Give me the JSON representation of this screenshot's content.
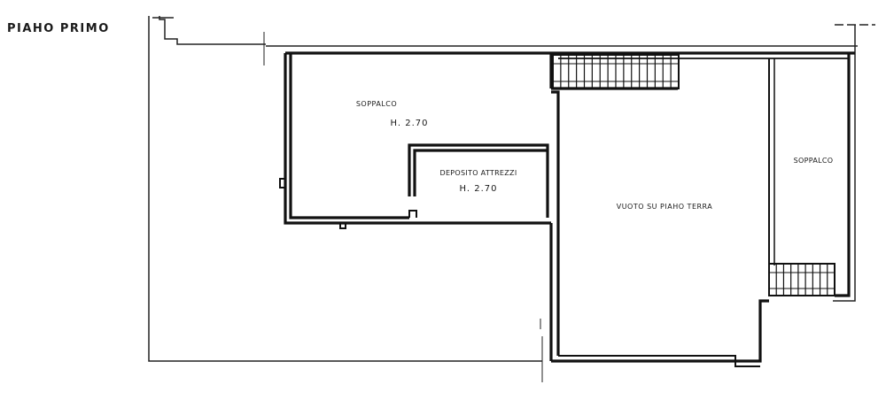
{
  "plan": {
    "floor_title": "PIAHO PRIMO",
    "rooms": [
      {
        "id": "soppalco-left",
        "name": "SOPPALCO",
        "height": "H. 2.70"
      },
      {
        "id": "deposito",
        "name": "DEPOSITO ATTREZZI",
        "height": "H. 2.70"
      },
      {
        "id": "vuoto",
        "name": "VUOTO SU PIAHO TERRA"
      },
      {
        "id": "soppalco-right",
        "name": "SOPPALCO"
      }
    ]
  }
}
